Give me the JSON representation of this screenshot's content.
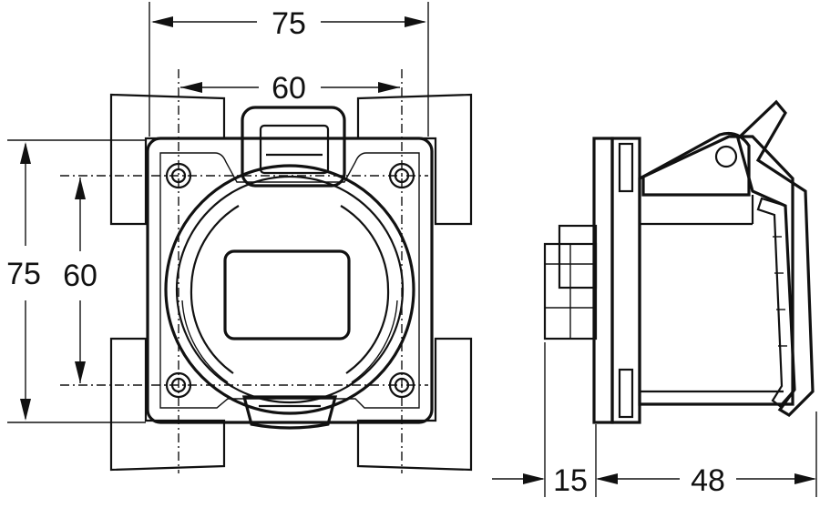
{
  "dimensions": {
    "front_width_outer": "75",
    "front_width_holes": "60",
    "front_height_outer": "75",
    "front_height_holes": "60",
    "side_flange_depth": "15",
    "side_body_depth": "48"
  },
  "colors": {
    "line": "#111111",
    "housing_fill": "#8a8a8a",
    "housing_dark": "#4a4a4a",
    "background": "#ffffff"
  }
}
